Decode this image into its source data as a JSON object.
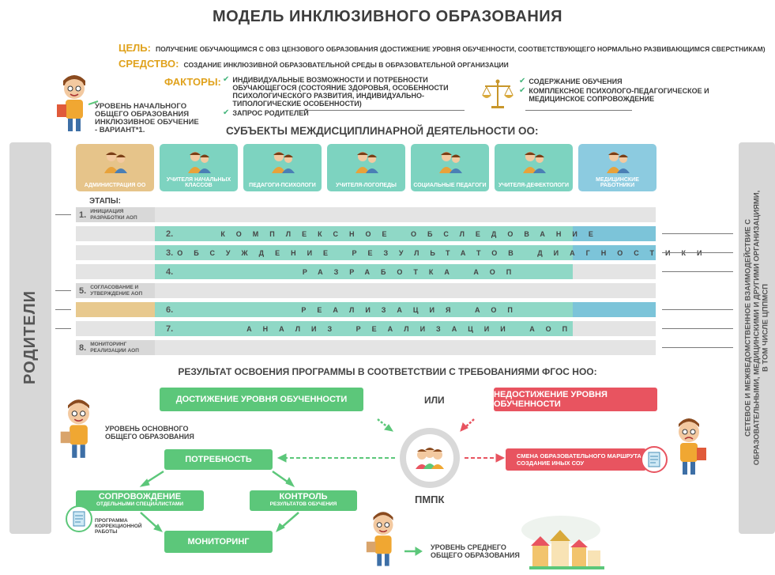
{
  "title": "МОДЕЛЬ ИНКЛЮЗИВНОГО ОБРАЗОВАНИЯ",
  "goal": {
    "key": "ЦЕЛЬ:",
    "text": "ПОЛУЧЕНИЕ ОБУЧАЮЩИМСЯ С ОВЗ ЦЕНЗОВОГО ОБРАЗОВАНИЯ (ДОСТИЖЕНИЕ УРОВНЯ ОБУЧЕННОСТИ, СООТВЕТСТВУЮЩЕГО НОРМАЛЬНО РАЗВИВАЮЩИМСЯ СВЕРСТНИКАМ)"
  },
  "means": {
    "key": "СРЕДСТВО:",
    "text": "СОЗДАНИЕ ИНКЛЮЗИВНОЙ ОБРАЗОВАТЕЛЬНОЙ СРЕДЫ В ОБРАЗОВАТЕЛЬНОЙ ОРГАНИЗАЦИИ"
  },
  "factors": {
    "key": "ФАКТОРЫ:",
    "left": [
      "ИНДИВИДУАЛЬНЫЕ ВОЗМОЖНОСТИ И ПОТРЕБНОСТИ ОБУЧАЮЩЕГОСЯ (СОСТОЯНИЕ ЗДОРОВЬЯ, ОСОБЕННОСТИ ПСИХОЛОГИЧЕСКОГО РАЗВИТИЯ, ИНДИВИДУАЛЬНО-ТИПОЛОГИЧЕСКИЕ ОСОБЕННОСТИ)",
      "ЗАПРОС РОДИТЕЛЕЙ"
    ],
    "right": [
      "СОДЕРЖАНИЕ ОБУЧЕНИЯ",
      "КОМПЛЕКСНОЕ ПСИХОЛОГО-ПЕДАГОГИЧЕСКОЕ И МЕДИЦИНСКОЕ СОПРОВОЖДЕНИЕ"
    ]
  },
  "level_primary": "УРОВЕНЬ НАЧАЛЬНОГО ОБЩЕГО ОБРАЗОВАНИЯ ИНКЛЮЗИВНОЕ ОБУЧЕНИЕ - ВАРИАНТ*1.",
  "subjects_heading": "СУБЪЕКТЫ МЕЖДИСЦИПЛИНАРНОЙ ДЕЯТЕЛЬНОСТИ ОО:",
  "parents": "РОДИТЕЛИ",
  "network": "СЕТЕВОЕ И МЕЖВЕДОМСТВЕННОЕ ВЗАИМОДЕЙСТВИЕ С ОБРАЗОВАТЕЛЬНЫМИ, МЕДИЦИНСКИМИ И ДРУГИМИ ОРГАНИЗАЦИЯМИ, В ТОМ ЧИСЛЕ ЦППМСП",
  "subjects": [
    {
      "label": "АДМИНИСТРАЦИЯ ОО",
      "color": "#e6c48a"
    },
    {
      "label": "УЧИТЕЛЯ НАЧАЛЬНЫХ КЛАССОВ",
      "color": "#7dd3c0"
    },
    {
      "label": "ПЕДАГОГИ-ПСИХОЛОГИ",
      "color": "#7dd3c0"
    },
    {
      "label": "УЧИТЕЛЯ-ЛОГОПЕДЫ",
      "color": "#7dd3c0"
    },
    {
      "label": "СОЦИАЛЬНЫЕ ПЕДАГОГИ",
      "color": "#7dd3c0"
    },
    {
      "label": "УЧИТЕЛЯ-ДЕФЕКТОЛОГИ",
      "color": "#7dd3c0"
    },
    {
      "label": "МЕДИЦИНСКИЕ РАБОТНИКИ",
      "color": "#8ccbe0"
    }
  ],
  "stages_label": "ЭТАПЫ:",
  "stages": [
    {
      "num": "1.",
      "text": "ИНИЦИАЦИЯ РАЗРАБОТКИ АОП"
    },
    {
      "num": "2.",
      "text": "КОМПЛЕКСНОЕ ОБСЛЕДОВАНИЕ"
    },
    {
      "num": "3.",
      "text": "ОБСУЖДЕНИЕ РЕЗУЛЬТАТОВ ДИАГНОСТИКИ"
    },
    {
      "num": "4.",
      "text": "РАЗРАБОТКА АОП"
    },
    {
      "num": "5.",
      "text": "СОГЛАСОВАНИЕ И УТВЕРЖДЕНИЕ АОП"
    },
    {
      "num": "6.",
      "text": "РЕАЛИЗАЦИЯ АОП"
    },
    {
      "num": "7.",
      "text": "АНАЛИЗ РЕАЛИЗАЦИИ АОП"
    },
    {
      "num": "8.",
      "text": "МОНИТОРИНГ РЕАЛИЗАЦИИ АОП"
    }
  ],
  "result_heading": "РЕЗУЛЬТАТ ОСВОЕНИЯ ПРОГРАММЫ В СООТВЕТСТВИИ С ТРЕБОВАНИЯМИ ФГОС НОО:",
  "achieve": "ДОСТИЖЕНИЕ УРОВНЯ ОБУЧЕННОСТИ",
  "or": "ИЛИ",
  "not_achieve": "НЕДОСТИЖЕНИЕ УРОВНЯ ОБУЧЕННОСТИ",
  "level_basic": "УРОВЕНЬ ОСНОВНОГО ОБЩЕГО ОБРАЗОВАНИЯ",
  "need": "ПОТРЕБНОСТЬ",
  "support": "СОПРОВОЖДЕНИЕ",
  "support_sub": "ОТДЕЛЬНЫМИ СПЕЦИАЛИСТАМИ",
  "control": "КОНТРОЛЬ",
  "control_sub": "РЕЗУЛЬТАТОВ ОБУЧЕНИЯ",
  "monitoring": "МОНИТОРИНГ",
  "program": "ПРОГРАММА КОРРЕКЦИОННОЙ РАБОТЫ",
  "pmpk": "ПМПК",
  "change_route": "СМЕНА ОБРАЗОВАТЕЛЬНОГО МАРШРУТА, СОЗДАНИЕ ИНЫХ СОУ",
  "level_secondary": "УРОВЕНЬ СРЕДНЕГО ОБЩЕГО ОБРАЗОВАНИЯ",
  "colors": {
    "green": "#5cc77a",
    "red": "#e85460",
    "teal": "#8fd8c6",
    "blue": "#7cc4d9",
    "gold": "#e6c48a",
    "accent": "#e0a21c"
  }
}
